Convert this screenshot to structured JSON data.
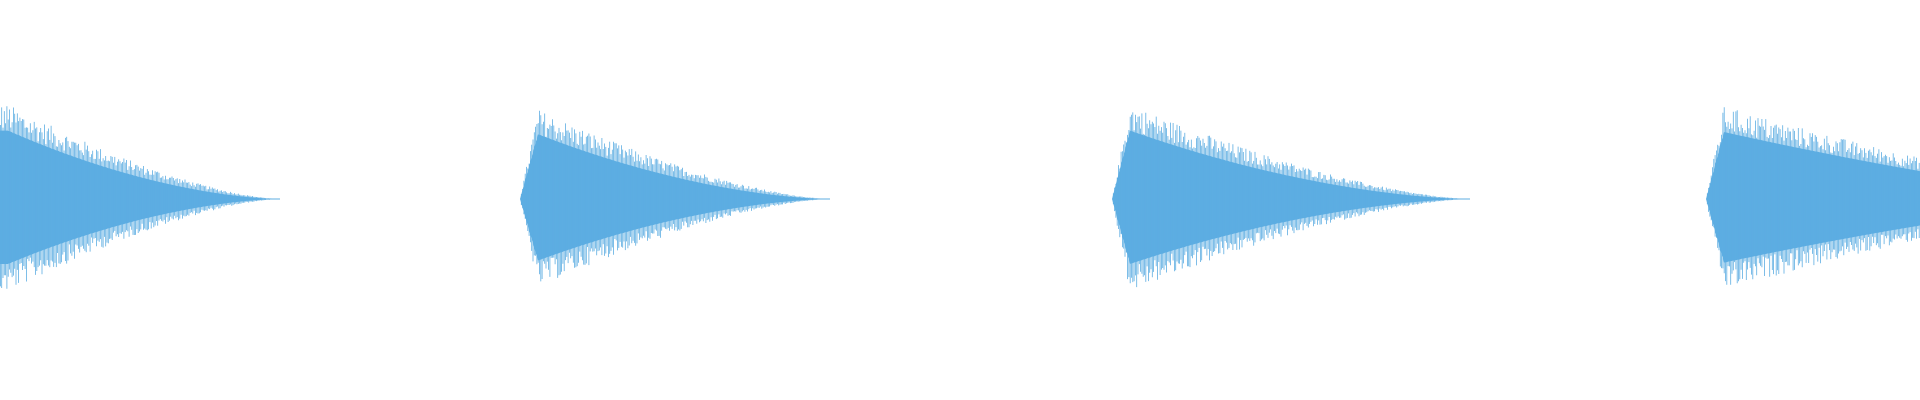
{
  "waveform": {
    "color": "#5dade2",
    "background": "#ffffff",
    "bursts": [
      {
        "amplitude": 0.95,
        "decay": 0.92,
        "truncated_left": true
      },
      {
        "amplitude": 0.9,
        "decay": 0.9,
        "truncated_left": false
      },
      {
        "amplitude": 0.95,
        "decay": 0.92,
        "truncated_left": false
      },
      {
        "amplitude": 0.93,
        "decay": 0.5,
        "truncated_right": true
      }
    ]
  }
}
